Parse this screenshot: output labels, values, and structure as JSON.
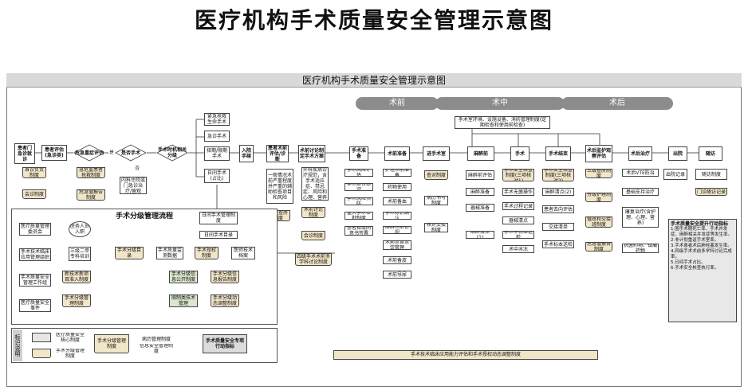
{
  "page_title": "医疗机构手术质量安全管理示意图",
  "diagram_title": "医疗机构手术质量安全管理示意图",
  "stages": [
    "术前",
    "术中",
    "术后"
  ],
  "flow": {
    "start": "患者门急诊就诊",
    "a1": "患者评估(急诊类)",
    "d1": "危急重症评估",
    "d2": "是否手术",
    "d3": "手术时机相关分级",
    "yes": "是",
    "no": "否",
    "c1": "紧急抢救生命手术",
    "c2": "急诊手术",
    "c3": "择期/限期手术",
    "c4": "日间手术(占比)",
    "admit": "入院手续",
    "a2": "患者术前评估/诊断",
    "a3": "术前讨论制定手术方案",
    "a4": "手术准备",
    "a5": "术前准备",
    "a6": "进手术室",
    "a7": "麻醉前",
    "a8": "手术",
    "a9": "手术结束",
    "a10": "术后监护观察评估",
    "a11": "术后治疗",
    "a12": "出院",
    "a13": "随访"
  },
  "docs": {
    "d_consult": "首诊负责制度",
    "d_consult2": "会诊制度",
    "d_critical": "危急值报告制度",
    "d_emergency": "急危重患者抢救制度",
    "d_daycare": "内科住院或门急诊治疗/留观",
    "d_mdt": "一般情况术前严重程度并严重的辅助检查项目和风险",
    "d_preop": "外科疾病诊疗规范，含手术适应症、禁忌症、风险和心理、营养",
    "d_three": "三级查房制度",
    "d_discuss": "术前讨论制度",
    "d_consult3": "会诊制度",
    "d_plan": "四级手术术前多学科讨论制度",
    "surg_prep": [
      "手术风险评估",
      "手术部位标识",
      "手术风险预防",
      "重大手术审批制度",
      "患者知情同意书签署"
    ],
    "pre_prep": [
      "护理术前准备",
      "药物使用",
      "术前备血",
      "手术标识确认",
      "麻醉术前访视",
      "术前禁食禁饮管理",
      "术前备皮",
      "术前导尿"
    ],
    "or_env": "手术室环境、设施设备、消防管理制度(定期检查和使用前检查)",
    "or_docs": [
      "查对制度",
      "病历书写制度",
      "核对交接制度"
    ],
    "anes": [
      "麻醉前评估",
      "麻醉准备",
      "器械准备",
      "麻醉清点(1)"
    ],
    "surg": [
      "手术安全核查制度(三项核对1)",
      "手术无菌操作",
      "手术过程记录",
      "器械清点",
      "手术中标本送检",
      "术中冰冻"
    ],
    "surg_end": [
      "手术安全核查制度(三项核对2)",
      "麻醉清点(2)",
      "患者去向评估",
      "交接清单",
      "手术标本送检"
    ],
    "post": [
      "三级查房制度",
      "分级护理制度",
      "值班和交接班制度",
      "危急值报告制度"
    ],
    "post_tx": [
      "术后VTE防治",
      "基础支持治疗",
      "康复治疗(含护理、心理、营养)",
      "抗菌药物、镇痛药物"
    ],
    "discharge": "出院记录",
    "follow": "随访制度",
    "follow2": "门诊随访记录",
    "bottom_bar": "手术技术临床应用能力评估和手术授权动态调整制度"
  },
  "subpanel": {
    "title": "手术分级管理流程",
    "items": [
      "医疗质量管理委员会",
      "医务人员入职",
      "手术技术临床应用管理组织",
      "三级二甲专科培训",
      "手术质量安全管理工作组",
      "手术分级目录",
      "手术授权制度",
      "医师技术档案",
      "手术质量监测数据",
      "新技术新项目准入制度",
      "手术分级管理制度",
      "手术分级信息公开制度",
      "手术分级动态调整制度",
      "手术分级信息报告制度",
      "医疗质量安全事件",
      "日间手术目录",
      "日间手术管理制度",
      "限制类技术管理"
    ]
  },
  "legend": {
    "tag": "标识说明",
    "items": [
      "医疗质量安全核心制度",
      "手术分级管理制度",
      "手术分级管理制度",
      "病历管理制度",
      "信息安全管理制度",
      "手术质量安全专项行动指标"
    ]
  },
  "note": {
    "title": "手术质量安全提升行动指标",
    "lines": [
      "1.围手术期死亡率、手术并发症、麻醉相关并发症等发生率。",
      "2.非计划重返手术室率。",
      "3.手术患者术后肺栓塞发生率。",
      "4.四级手术术前多学科讨论完成率。",
      "5.日间手术占比。",
      "6.手术安全核查执行率。"
    ]
  },
  "colors": {
    "stage": "#8c8c8c",
    "doc": "#f2e6c9",
    "dark": "#606060",
    "grey": "#dcdcdc"
  }
}
